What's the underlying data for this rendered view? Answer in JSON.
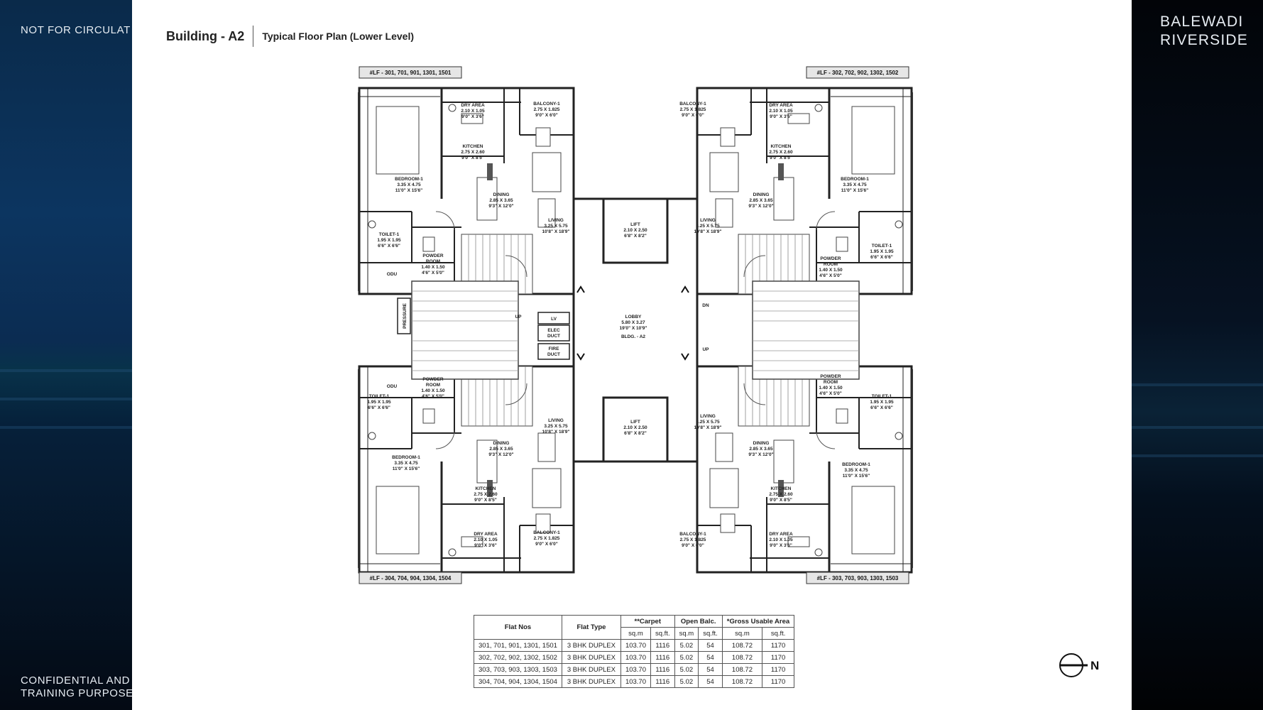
{
  "sidebar_left": {
    "top_notice": "NOT FOR CIRCULAT",
    "bottom_notice_line1": "CONFIDENTIAL AND",
    "bottom_notice_line2": "TRAINING PURPOSE"
  },
  "brand": {
    "line1": "BALEWADI",
    "line2": "RIVERSIDE"
  },
  "header": {
    "building": "Building - A2",
    "plan_title": "Typical Floor Plan (Lower Level)"
  },
  "plan": {
    "flat_tags": {
      "top_left": "#LF - 301, 701, 901, 1301, 1501",
      "top_right": "#LF - 302, 702, 902, 1302, 1502",
      "bottom_left": "#LF - 304, 704, 904, 1304, 1504",
      "bottom_right": "#LF - 303, 703, 903, 1303, 1503"
    },
    "rooms": {
      "balcony": [
        "BALCONY-1",
        "2.75 X 1.825",
        "9'0\" X 6'0\""
      ],
      "dry_area": [
        "DRY AREA",
        "2.10 X 1.05",
        "9'0\" X 3'6\""
      ],
      "kitchen": [
        "KITCHEN",
        "2.75 X 2.60",
        "9'0\" X 8'5\""
      ],
      "bedroom": [
        "BEDROOM-1",
        "3.35 X 4.75",
        "11'0\" X 15'6\""
      ],
      "dining": [
        "DINING",
        "2.85 X 3.65",
        "9'3\" X 12'0\""
      ],
      "living": [
        "LIVING",
        "3.25 X 5.75",
        "10'8\" X 18'9\""
      ],
      "toilet": [
        "TOILET-1",
        "1.95 X 1.95",
        "6'6\" X 6'6\""
      ],
      "powder": [
        "POWDER",
        "ROOM",
        "1.40 X 1.50",
        "4'6\" X 5'0\""
      ],
      "lift": [
        "LIFT",
        "2.10 X 2.50",
        "6'8\" X 8'2\""
      ],
      "lobby": [
        "LOBBY",
        "5.80 X 3.27",
        "19'0\" X 10'9\"",
        "BLDG. - A2"
      ],
      "odu": "ODU",
      "pressure": "PRESSURE",
      "lv": "LV",
      "elec_duct": [
        "ELEC",
        "DUCT"
      ],
      "fire_duct": [
        "FIRE",
        "DUCT"
      ],
      "up": "UP",
      "dn": "DN"
    }
  },
  "area_table": {
    "headers": [
      "Flat Nos",
      "Flat Type",
      "**Carpet",
      "Open Balc.",
      "*Gross Usable Area"
    ],
    "units": [
      "sq.m",
      "sq.ft.",
      "sq.m",
      "sq.ft.",
      "sq.m",
      "sq.ft."
    ],
    "rows": [
      [
        "301, 701, 901, 1301, 1501",
        "3 BHK DUPLEX",
        "103.70",
        "1116",
        "5.02",
        "54",
        "108.72",
        "1170"
      ],
      [
        "302, 702, 902, 1302, 1502",
        "3 BHK DUPLEX",
        "103.70",
        "1116",
        "5.02",
        "54",
        "108.72",
        "1170"
      ],
      [
        "303, 703, 903, 1303, 1503",
        "3 BHK DUPLEX",
        "103.70",
        "1116",
        "5.02",
        "54",
        "108.72",
        "1170"
      ],
      [
        "304, 704, 904, 1304, 1504",
        "3 BHK DUPLEX",
        "103.70",
        "1116",
        "5.02",
        "54",
        "108.72",
        "1170"
      ]
    ]
  },
  "north_label": "N"
}
